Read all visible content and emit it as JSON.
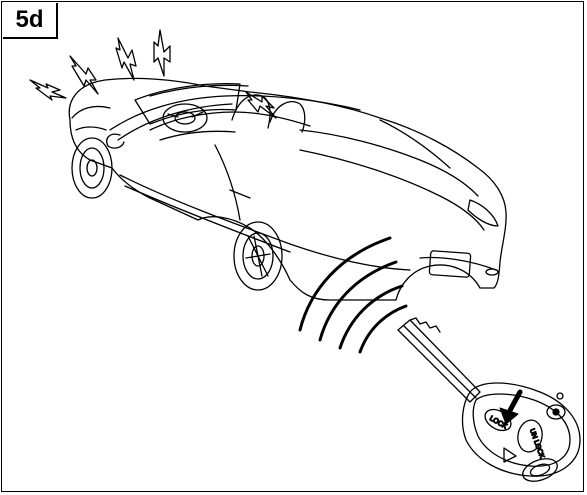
{
  "figure": {
    "step_label": "5d",
    "key_fob": {
      "lock_label": "LOCK",
      "unlock_label": "UN LOCK"
    }
  }
}
